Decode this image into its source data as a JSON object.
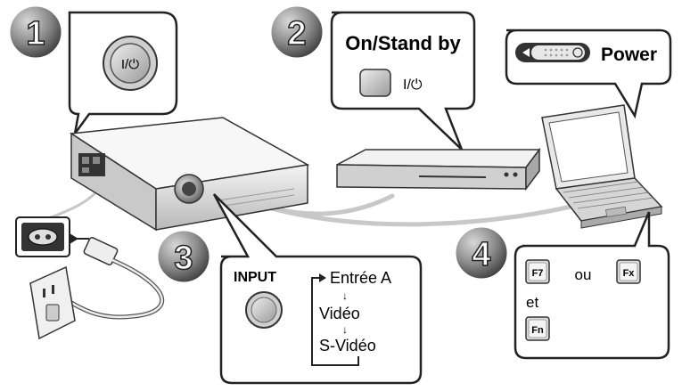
{
  "steps": [
    {
      "number": "1"
    },
    {
      "number": "2",
      "title": "On/Stand by",
      "button_label": "I/⏻"
    },
    {
      "number": "3",
      "input_label": "INPUT",
      "sources": [
        "Entrée A",
        "Vidéo",
        "S-Vidéo"
      ]
    },
    {
      "number": "4",
      "key1": "F7",
      "or_text": "ou",
      "key2": "Fx",
      "and_text": "et",
      "key3": "Fn"
    }
  ],
  "power_callout": {
    "label": "Power"
  },
  "projector_button_label": "I/⏻",
  "colors": {
    "callout_border": "#222222",
    "badge_fill": "#8a8a8a",
    "cable": "#c8c8c8"
  }
}
